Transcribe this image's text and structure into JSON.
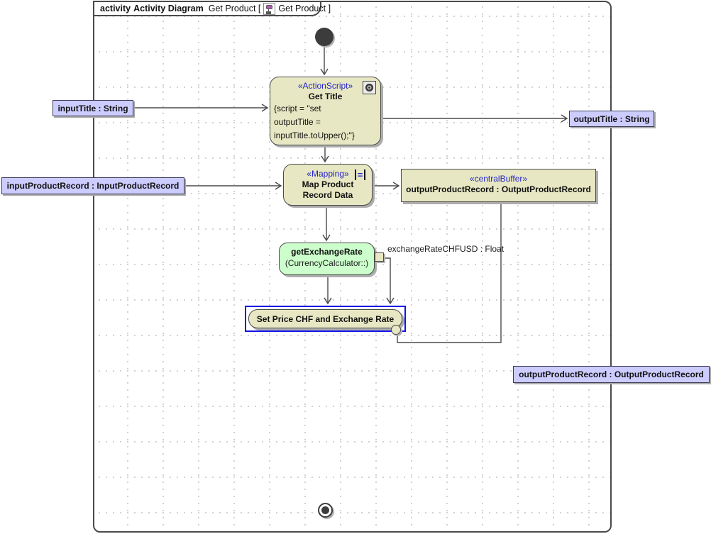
{
  "header": {
    "keyword": "activity",
    "diagram_type": "Activity Diagram",
    "diagram_name_open": "Get Product [",
    "diagram_name_close": "Get Product ]"
  },
  "nodes": {
    "get_title": {
      "stereotype": "«ActionScript»",
      "name": "Get Title",
      "script_lines": [
        "{script = \"set",
        "outputTitle =",
        "inputTitle.toUpper();\"}"
      ]
    },
    "map_product_record_data": {
      "stereotype": "«Mapping»",
      "name_lines": [
        "Map Product",
        "Record Data"
      ],
      "icon_glyph": "="
    },
    "output_buffer": {
      "stereotype": "«centralBuffer»",
      "name": "outputProductRecord : OutputProductRecord"
    },
    "get_exchange_rate": {
      "name": "getExchangeRate",
      "qualifier": "(CurrencyCalculator::)"
    },
    "set_price": {
      "name": "Set Price CHF and Exchange Rate"
    }
  },
  "parameters": {
    "input_title": "inputTitle : String",
    "output_title": "outputTitle : String",
    "input_product_record": "inputProductRecord : InputProductRecord",
    "output_product_record": "outputProductRecord : OutputProductRecord"
  },
  "pin_labels": {
    "exchange_rate": "exchangeRateCHFUSD : Float"
  },
  "colors": {
    "action_fill": "#e7e7c3",
    "call_behavior_fill": "#ccffcc",
    "parameter_fill": "#ccccff",
    "stereotype_text": "#2424cc",
    "selection_outline": "#1414e6",
    "connector": "#4a4a4a"
  }
}
